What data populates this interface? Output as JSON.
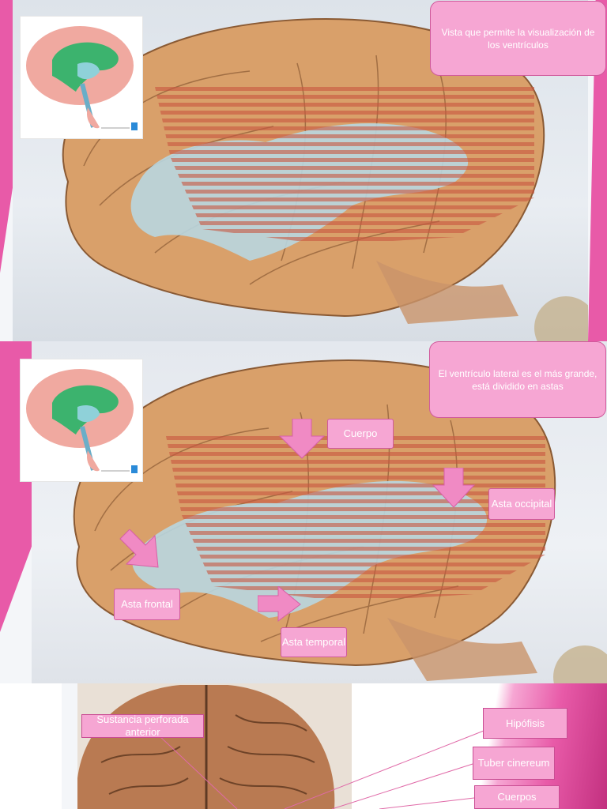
{
  "slide1": {
    "callout": "Vista que permite la visualización de los ventrículos"
  },
  "slide2": {
    "callout": "El ventrículo lateral es el más grande, está dividido en astas",
    "labels": {
      "cuerpo": "Cuerpo",
      "asta_occipital": "Asta occipital",
      "asta_frontal": "Asta frontal",
      "asta_temporal": "Asta temporal"
    }
  },
  "slide3": {
    "labels": {
      "sustancia": "Sustancia perforada anterior",
      "hipofisis": "Hipófisis",
      "tuber": "Tuber cinereum",
      "cuerpos": "Cuerpos"
    }
  },
  "colors": {
    "accent_pink": "#e85aa8",
    "callout_fill": "#f6a6d3",
    "ventricle_blue": "#b8d6e0",
    "stripe_red": "#c8553f",
    "brain_tan": "#d9a06a"
  }
}
